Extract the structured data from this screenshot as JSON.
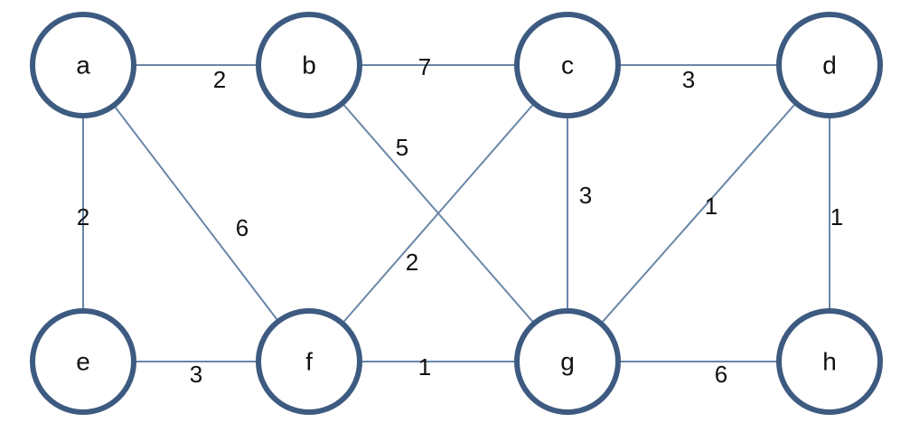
{
  "colors": {
    "node_stroke": "#3d5a80",
    "edge_stroke": "#6a87a8",
    "text": "#111111"
  },
  "nodes": [
    {
      "id": "a",
      "label": "a"
    },
    {
      "id": "b",
      "label": "b"
    },
    {
      "id": "c",
      "label": "c"
    },
    {
      "id": "d",
      "label": "d"
    },
    {
      "id": "e",
      "label": "e"
    },
    {
      "id": "f",
      "label": "f"
    },
    {
      "id": "g",
      "label": "g"
    },
    {
      "id": "h",
      "label": "h"
    }
  ],
  "edges": [
    {
      "from": "a",
      "to": "b",
      "weight": "2"
    },
    {
      "from": "b",
      "to": "c",
      "weight": "7"
    },
    {
      "from": "c",
      "to": "d",
      "weight": "3"
    },
    {
      "from": "a",
      "to": "e",
      "weight": "2"
    },
    {
      "from": "a",
      "to": "f",
      "weight": "6"
    },
    {
      "from": "b",
      "to": "g",
      "weight": "5"
    },
    {
      "from": "c",
      "to": "f",
      "weight": "2"
    },
    {
      "from": "c",
      "to": "g",
      "weight": "3"
    },
    {
      "from": "d",
      "to": "g",
      "weight": "1"
    },
    {
      "from": "d",
      "to": "h",
      "weight": "1"
    },
    {
      "from": "e",
      "to": "f",
      "weight": "3"
    },
    {
      "from": "f",
      "to": "g",
      "weight": "1"
    },
    {
      "from": "g",
      "to": "h",
      "weight": "6"
    }
  ]
}
